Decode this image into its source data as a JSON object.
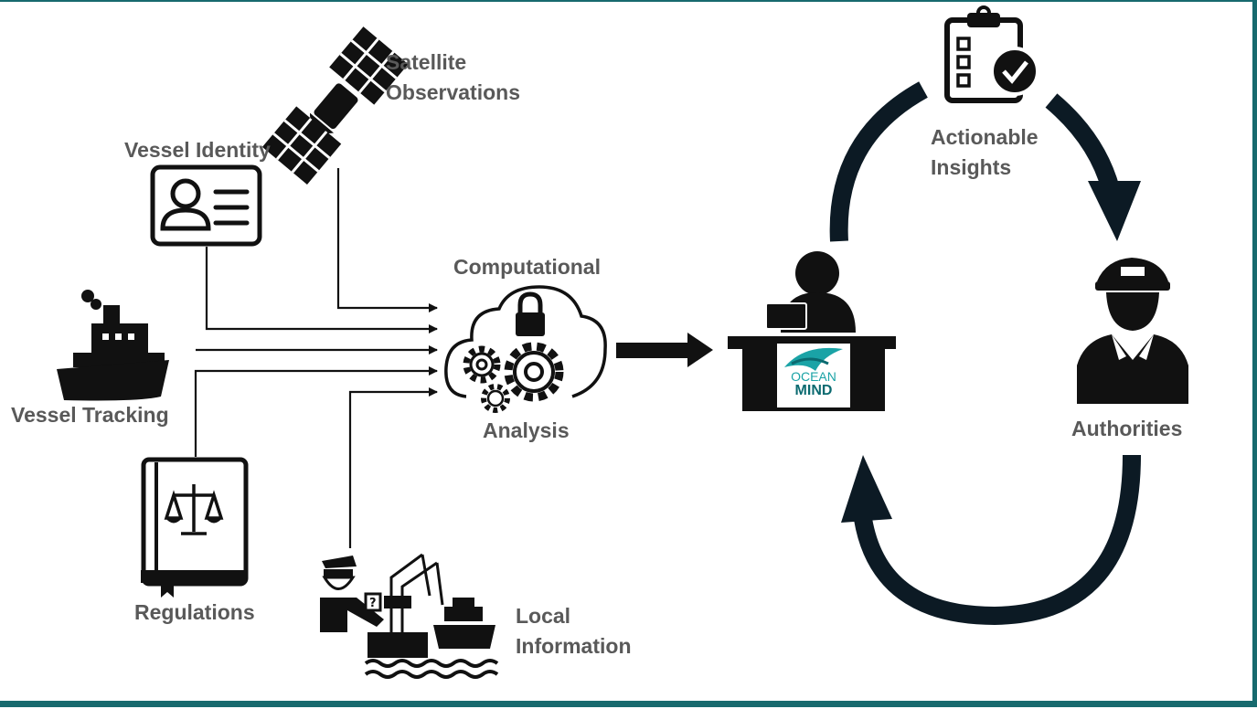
{
  "labels": {
    "satellite_line1": "Satellite",
    "satellite_line2": "Observations",
    "vessel_identity": "Vessel Identity",
    "vessel_tracking": "Vessel Tracking",
    "regulations": "Regulations",
    "local_line1": "Local",
    "local_line2": "Information",
    "computational": "Computational",
    "analysis": "Analysis",
    "actionable_line1": "Actionable",
    "actionable_line2": "Insights",
    "authorities": "Authorities",
    "logo_line1": "OCEAN",
    "logo_line2": "MIND"
  },
  "colors": {
    "icon": "#111111",
    "label": "#595959",
    "frame": "#176a6e",
    "logo_teal": "#1aa3a6",
    "logo_dark": "#0b6a70"
  },
  "icons": [
    "satellite-icon",
    "id-card-icon",
    "ship-icon",
    "law-book-icon",
    "port-inspection-icon",
    "cloud-gears-lock-icon",
    "analyst-desk-icon",
    "checklist-icon",
    "officer-icon"
  ]
}
